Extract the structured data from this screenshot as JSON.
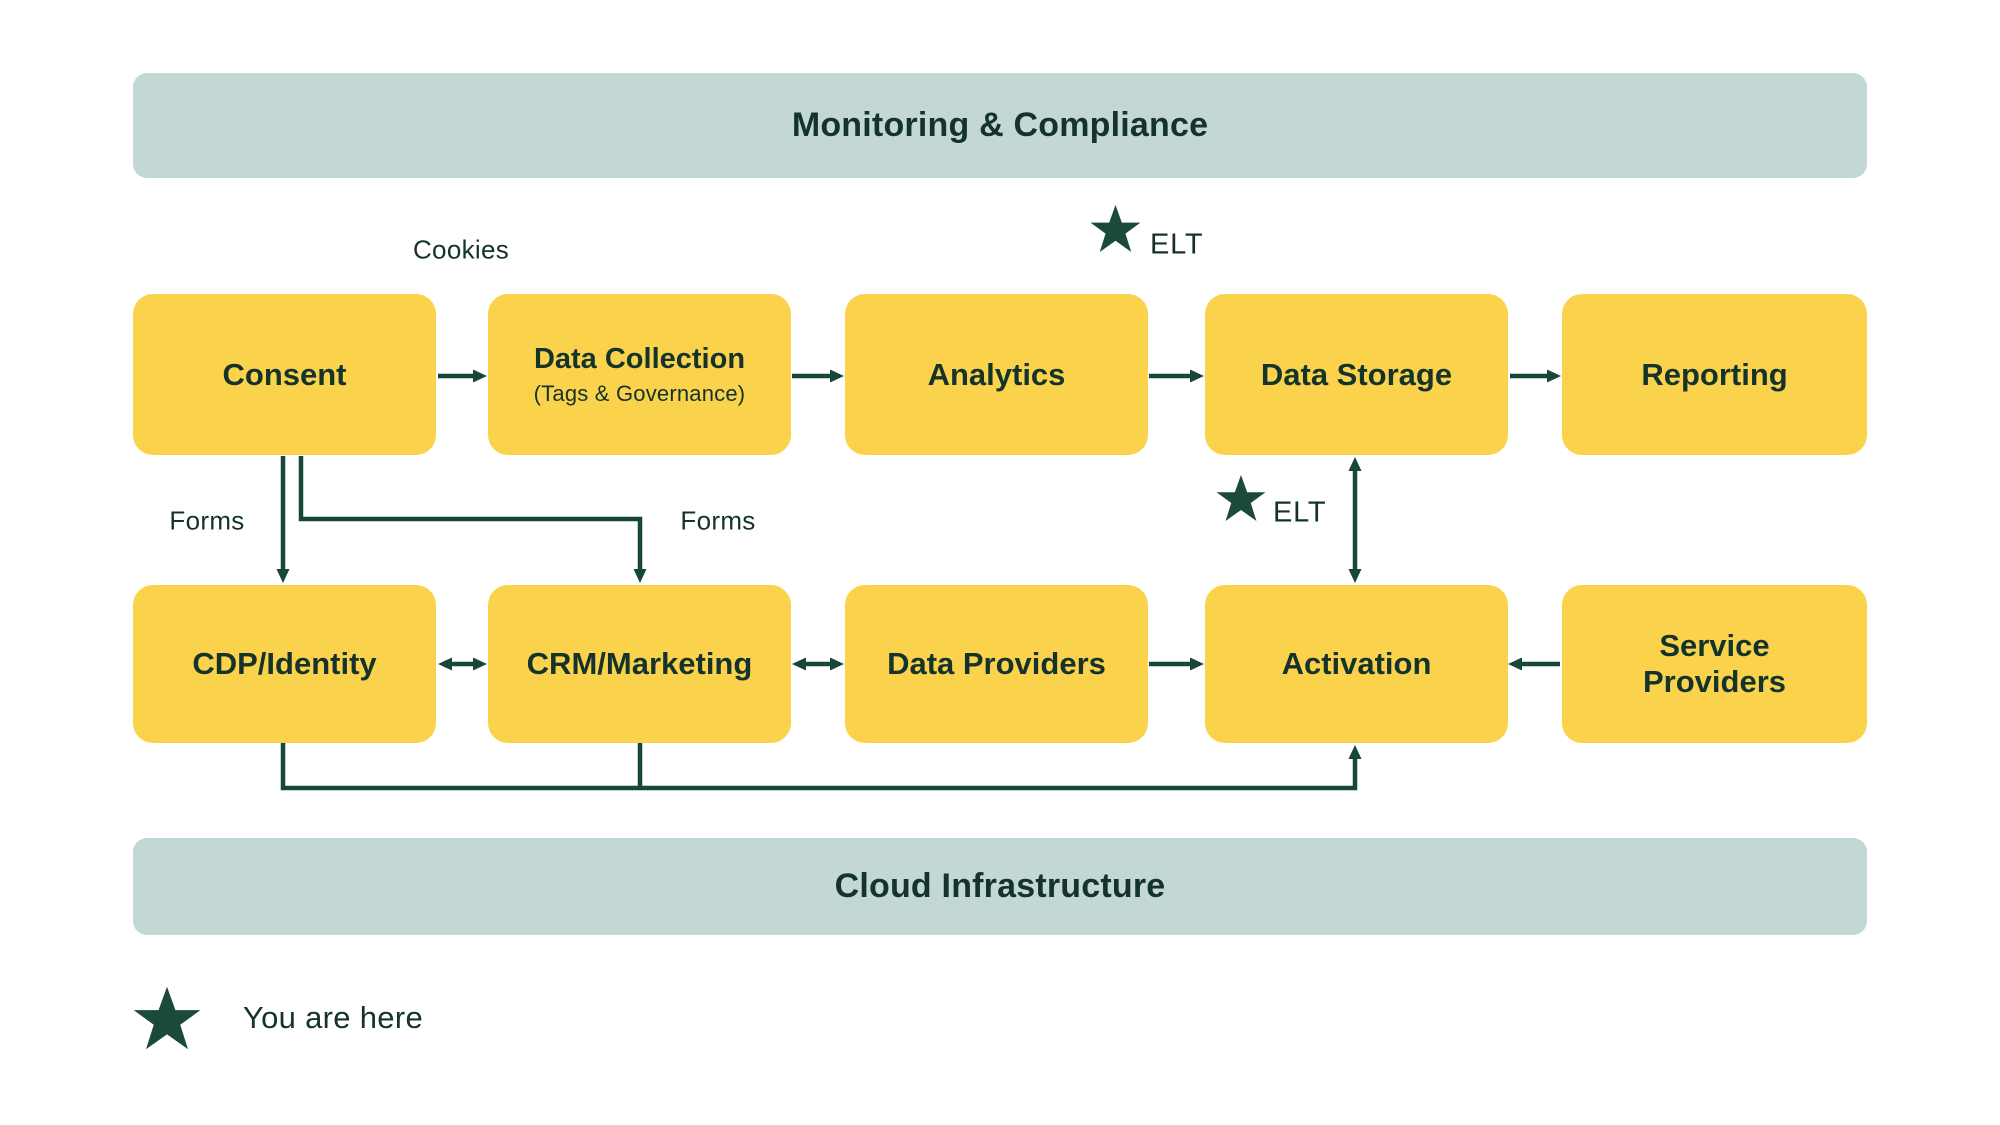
{
  "banners": {
    "top_label": "Monitoring & Compliance",
    "bottom_label": "Cloud Infrastructure"
  },
  "nodes": {
    "consent": {
      "label": "Consent"
    },
    "data_collection": {
      "title": "Data Collection",
      "subtitle": "(Tags & Governance)"
    },
    "analytics": {
      "label": "Analytics"
    },
    "data_storage": {
      "label": "Data Storage"
    },
    "reporting": {
      "label": "Reporting"
    },
    "cdp_identity": {
      "label": "CDP/Identity"
    },
    "crm_marketing": {
      "label": "CRM/Marketing"
    },
    "data_providers": {
      "label": "Data Providers"
    },
    "activation": {
      "label": "Activation"
    },
    "service_providers": {
      "label": "Service Providers"
    }
  },
  "edge_labels": {
    "cookies": "Cookies",
    "forms_left": "Forms",
    "forms_right": "Forms",
    "elt_top": "ELT",
    "elt_middle": "ELT"
  },
  "edges": [
    {
      "from": "consent",
      "to": "data_collection",
      "direction": "right",
      "label": "Cookies"
    },
    {
      "from": "data_collection",
      "to": "analytics",
      "direction": "right"
    },
    {
      "from": "analytics",
      "to": "data_storage",
      "direction": "right",
      "label": "ELT"
    },
    {
      "from": "data_storage",
      "to": "reporting",
      "direction": "right"
    },
    {
      "from": "consent",
      "to": "cdp_identity",
      "direction": "down",
      "label": "Forms"
    },
    {
      "from": "consent",
      "to": "crm_marketing",
      "direction": "down",
      "label": "Forms"
    },
    {
      "from": "data_storage",
      "to": "activation",
      "direction": "both",
      "label": "ELT"
    },
    {
      "from": "cdp_identity",
      "to": "crm_marketing",
      "direction": "both"
    },
    {
      "from": "crm_marketing",
      "to": "data_providers",
      "direction": "both"
    },
    {
      "from": "data_providers",
      "to": "activation",
      "direction": "right"
    },
    {
      "from": "service_providers",
      "to": "activation",
      "direction": "left"
    },
    {
      "from": "cdp_identity",
      "to": "activation",
      "direction": "up",
      "via": "bottom-bus"
    },
    {
      "from": "crm_marketing",
      "to": "bottom-bus",
      "direction": "down"
    }
  ],
  "legend": {
    "marker_icon": "star-icon",
    "label": "You are here"
  },
  "colors": {
    "node_fill": "#FBD24B",
    "band_fill": "#C3D7D5",
    "ink": "#14332B",
    "line": "#17463A",
    "star": "#1C4A38",
    "background": "#FFFFFF"
  }
}
